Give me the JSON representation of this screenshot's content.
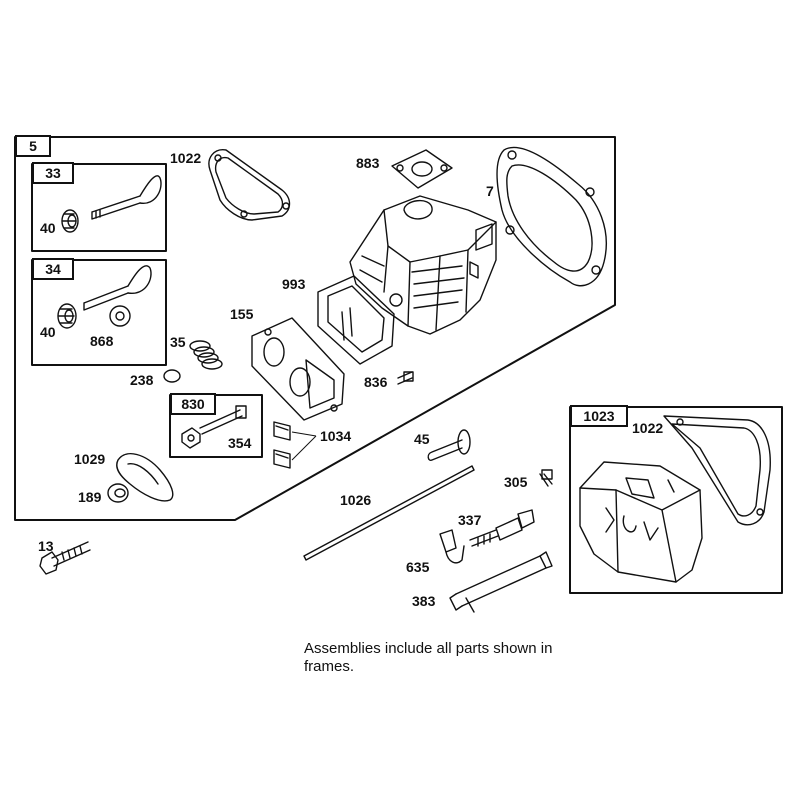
{
  "diagram": {
    "assembly_frames": [
      {
        "id": "5"
      },
      {
        "id": "33"
      },
      {
        "id": "34"
      },
      {
        "id": "830"
      },
      {
        "id": "1023"
      }
    ],
    "part_numbers": [
      "1022",
      "883",
      "7",
      "40",
      "993",
      "155",
      "868",
      "35",
      "238",
      "836",
      "354",
      "1034",
      "45",
      "1029",
      "189",
      "305",
      "1026",
      "337",
      "13",
      "635",
      "383"
    ],
    "note_line1": "Assemblies include all parts shown in",
    "note_line2": "frames.",
    "colors": {
      "ink": "#111111",
      "paper": "#ffffff"
    }
  }
}
